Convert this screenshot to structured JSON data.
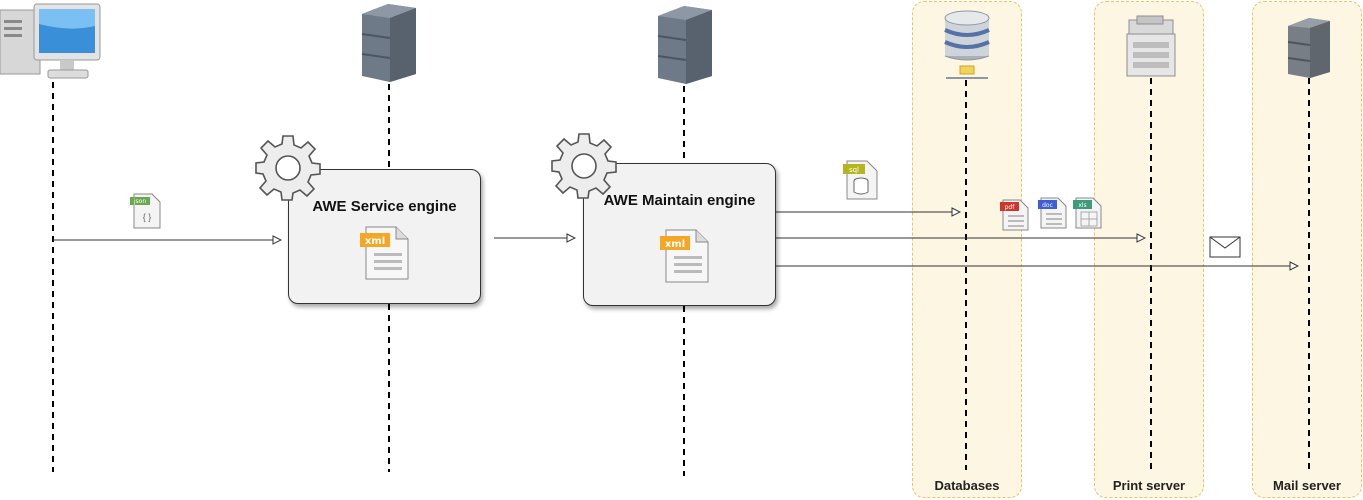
{
  "lanes": {
    "databases": {
      "label": "Databases"
    },
    "print_server": {
      "label": "Print server"
    },
    "mail_server": {
      "label": "Mail server"
    }
  },
  "engines": {
    "service": {
      "title": "AWE Service engine",
      "file_tag": "xml"
    },
    "maintain": {
      "title": "AWE Maintain engine",
      "file_tag": "xml"
    }
  },
  "files": {
    "json": "json",
    "sql": "sql",
    "pdf": "pdf",
    "doc": "doc",
    "xls": "xls"
  },
  "icons": {
    "client": "desktop-computer-icon",
    "server": "server-tower-icon",
    "database": "database-icon",
    "printer": "printer-icon",
    "mail": "envelope-icon",
    "gear": "gear-icon"
  },
  "colors": {
    "lane_fill": "#fdf6e3",
    "lane_border": "#e8c46a",
    "xml_tag": "#f5a623",
    "json_tag": "#6aa84f",
    "sql_tag": "#b5b51f",
    "pdf_tag": "#d0352b",
    "doc_tag": "#3d5fd6",
    "xls_tag": "#3d9b7a"
  }
}
